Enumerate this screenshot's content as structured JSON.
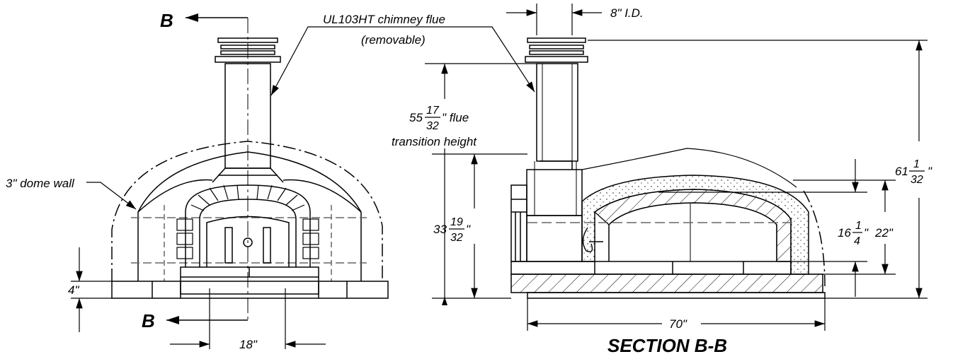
{
  "labels": {
    "section_marker_top": "B",
    "section_marker_bottom": "B",
    "flue_callout_line1": "UL103HT chimney flue",
    "flue_callout_line2": "(removable)",
    "flue_id": "8\" I.D.",
    "dome_wall": "3\" dome wall",
    "base_height": "4\"",
    "door_width": "18\"",
    "flue_transition_whole": "55",
    "flue_transition_num": "17",
    "flue_transition_den": "32",
    "flue_transition_suffix": "\" flue",
    "flue_transition_line2": "transition height",
    "left_height_whole": "33",
    "left_height_num": "19",
    "left_height_den": "32",
    "left_height_suffix": "\"",
    "total_height_whole": "61",
    "total_height_num": "1",
    "total_height_den": "32",
    "total_height_suffix": "\"",
    "interior_height_whole": "16",
    "interior_height_num": "1",
    "interior_height_den": "4",
    "interior_height_suffix": "\"",
    "dome_height": "22\"",
    "overall_width": "70\"",
    "section_title": "SECTION B-B"
  }
}
